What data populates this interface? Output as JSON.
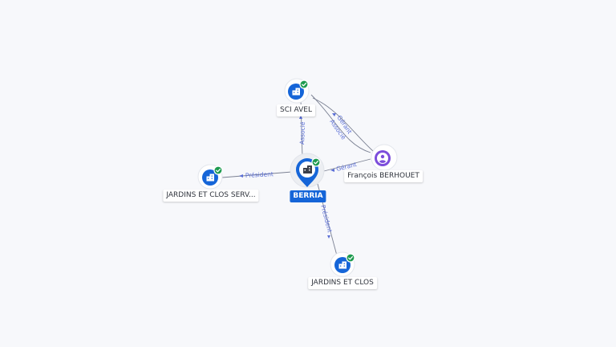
{
  "nodes": {
    "berria": {
      "label": "BERRIA",
      "icon": "building-icon",
      "verified": true
    },
    "sci_avel": {
      "label": "SCI AVEL",
      "icon": "building-icon",
      "verified": true
    },
    "jardins_serv": {
      "label": "JARDINS ET CLOS SERV...",
      "icon": "building-icon",
      "verified": true
    },
    "jardins_clos": {
      "label": "JARDINS ET CLOS",
      "icon": "building-icon",
      "verified": true
    },
    "francois": {
      "label": "François BERHOUET",
      "icon": "person-icon",
      "verified": false
    }
  },
  "edges": {
    "berria_sci": "Associé",
    "berria_jserv": "Président",
    "berria_jclos": "Président",
    "francois_berria": "Gérant",
    "francois_sci_1": "Gérant",
    "francois_sci_2": "Associé"
  },
  "colors": {
    "company": "#1565d8",
    "person": "#7c4ddb",
    "verified": "#1e9b4f",
    "edge_label": "#5b6fd6"
  }
}
